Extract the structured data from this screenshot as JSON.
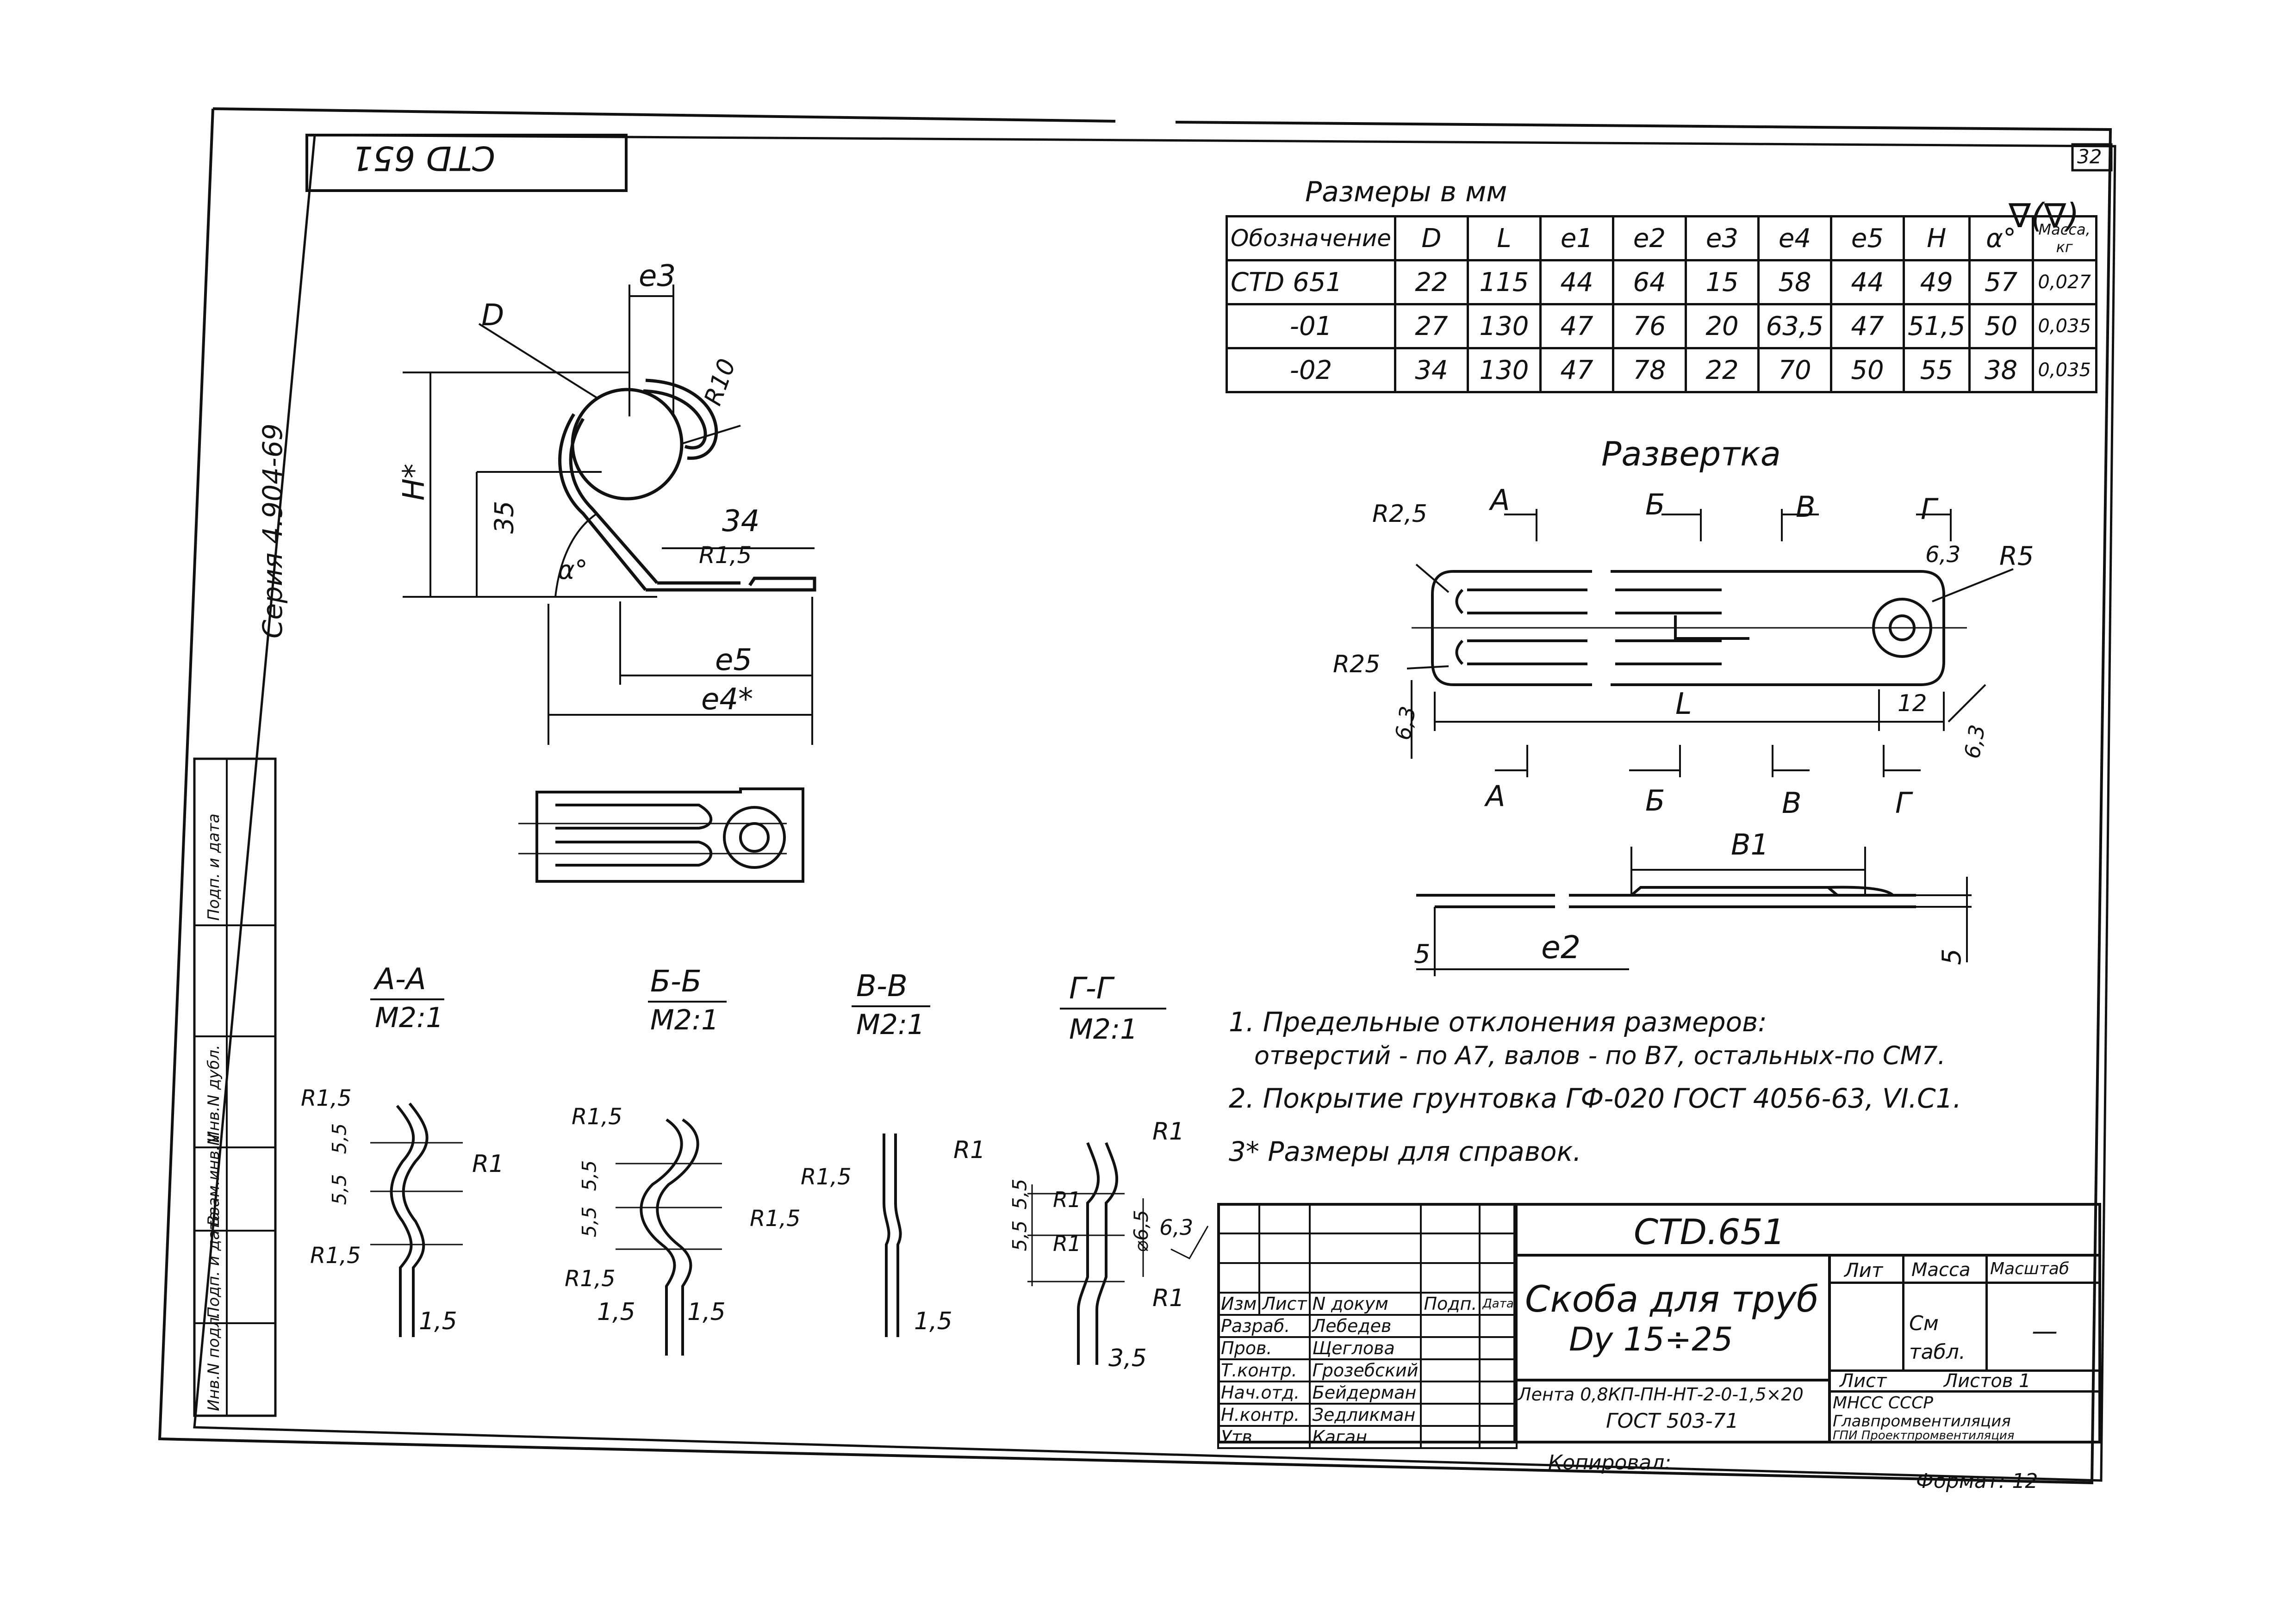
{
  "drawing": {
    "stamp_rotated": "CTD 651",
    "sheet_number": "32",
    "series_vertical": "Серия 4.904-69",
    "sizes_label": "Размеры в мм",
    "roughness": "∇(∇)",
    "unfold_title": "Развертка"
  },
  "dims_table": {
    "headers": [
      "Обозначение",
      "D",
      "L",
      "e1",
      "e2",
      "e3",
      "e4",
      "e5",
      "H",
      "α°",
      "Масса, кг"
    ],
    "rows": [
      [
        "CTD 651",
        "22",
        "115",
        "44",
        "64",
        "15",
        "58",
        "44",
        "49",
        "57",
        "0,027"
      ],
      [
        "-01",
        "27",
        "130",
        "47",
        "76",
        "20",
        "63,5",
        "47",
        "51,5",
        "50",
        "0,035"
      ],
      [
        "-02",
        "34",
        "130",
        "47",
        "78",
        "22",
        "70",
        "50",
        "55",
        "38",
        "0,035"
      ]
    ]
  },
  "front_view": {
    "labels": [
      "D",
      "e3",
      "R10",
      "H*",
      "35",
      "34",
      "R1,5",
      "α°",
      "e5",
      "e4*"
    ]
  },
  "unfold": {
    "labels": [
      "R2,5",
      "R25",
      "A",
      "Б",
      "В",
      "Г",
      "6,3",
      "R5",
      "6,3",
      "L",
      "12",
      "6,3"
    ],
    "cut_bottom": [
      "A",
      "Б",
      "В",
      "Г"
    ]
  },
  "side_view": {
    "labels": [
      "B1",
      "5",
      "e2",
      "5"
    ]
  },
  "sections": [
    {
      "name": "А-А",
      "scale": "М2:1",
      "labels": [
        "R1,5",
        "5,5",
        "5,5",
        "R1",
        "R1,5",
        "1,5"
      ]
    },
    {
      "name": "Б-Б",
      "scale": "М2:1",
      "labels": [
        "R1,5",
        "5,5",
        "5,5",
        "R1,5",
        "R1,5",
        "1,5",
        "1,5"
      ]
    },
    {
      "name": "В-В",
      "scale": "М2:1",
      "labels": [
        "R1,5",
        "R1",
        "1,5"
      ]
    },
    {
      "name": "Г-Г",
      "scale": "М2:1",
      "labels": [
        "R1",
        "5,5",
        "5,5",
        "R1",
        "R1",
        "⌀6,5",
        "6,3",
        "R1",
        "3,5"
      ]
    }
  ],
  "notes": [
    "1. Предельные отклонения размеров:",
    "отверстий - по А7, валов - по В7, остальных-по СМ7.",
    "2. Покрытие грунтовка ГФ-020 ГОСТ 4056-63, VI.С1.",
    "3* Размеры для справок."
  ],
  "title_block": {
    "code": "CTD.651",
    "name_line1": "Скоба для труб",
    "name_line2": "Dу 15÷25",
    "material_line1": "Лента 0,8КП-ПН-НТ-2-0-1,5×20",
    "material_line2": "ГОСТ 503-71",
    "lit_label": "Лит",
    "mass_label": "Масса",
    "scale_label": "Масштаб",
    "mass_value": "См табл.",
    "scale_value": "—",
    "sheet_label": "Лист",
    "sheets_label": "Листов 1",
    "org_line1": "МНСС СССР",
    "org_line2": "Главпромвентиляция",
    "org_line3": "ГПИ Проектпромвентиляция",
    "col_headers": [
      "Изм",
      "Лист",
      "N докум",
      "Подп.",
      "Дата"
    ],
    "people": [
      [
        "Разраб.",
        "Лебедев"
      ],
      [
        "Пров.",
        "Щеглова"
      ],
      [
        "Т.контр.",
        "Грозебский"
      ],
      [
        "Нач.отд.",
        "Бейдерман"
      ],
      [
        "Н.контр.",
        "Зедликман"
      ],
      [
        "Утв.",
        "Каган"
      ]
    ],
    "copied": "Копировал:",
    "format": "Формат: 12"
  },
  "left_strip": [
    "Инв.N подл.",
    "Подп. и дата",
    "Взам.инв.N",
    "Инв.N дубл.",
    "Подп. и дата"
  ]
}
